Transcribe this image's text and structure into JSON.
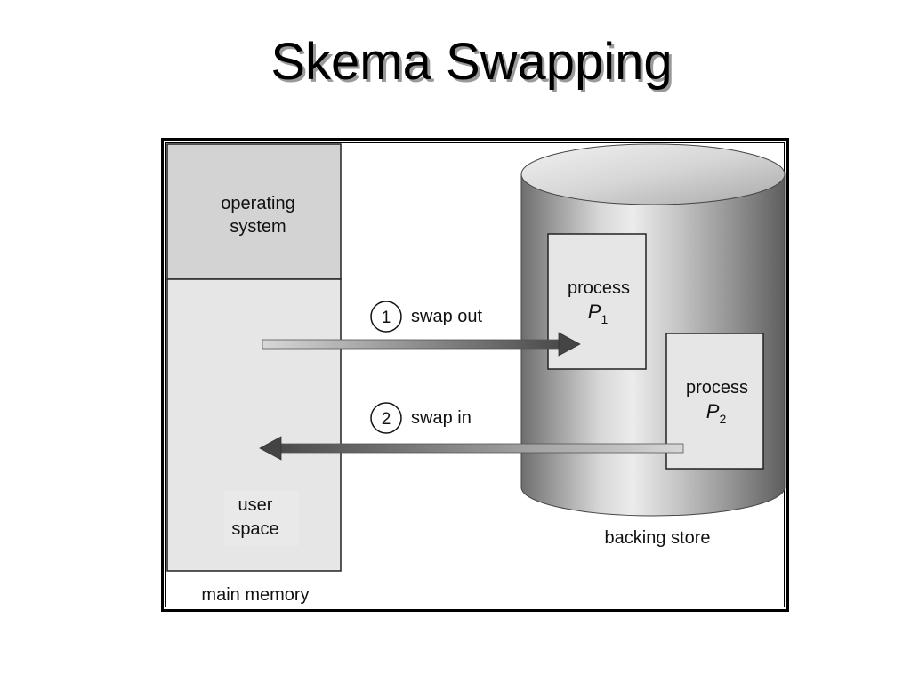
{
  "title": "Skema Swapping",
  "main_memory": {
    "os_label_line1": "operating",
    "os_label_line2": "system",
    "user_label_line1": "user",
    "user_label_line2": "space",
    "caption": "main memory"
  },
  "backing_store": {
    "caption": "backing store",
    "process1": {
      "label": "process",
      "name": "P",
      "sub": "1"
    },
    "process2": {
      "label": "process",
      "name": "P",
      "sub": "2"
    }
  },
  "swap_out": {
    "number": "1",
    "label": "swap out"
  },
  "swap_in": {
    "number": "2",
    "label": "swap in"
  },
  "colors": {
    "os_fill": "#d3d3d3",
    "user_fill": "#e6e6e6",
    "process_fill": "#e6e6e6",
    "arrow_dark": "#505050",
    "arrow_light": "#cfcfcf"
  }
}
